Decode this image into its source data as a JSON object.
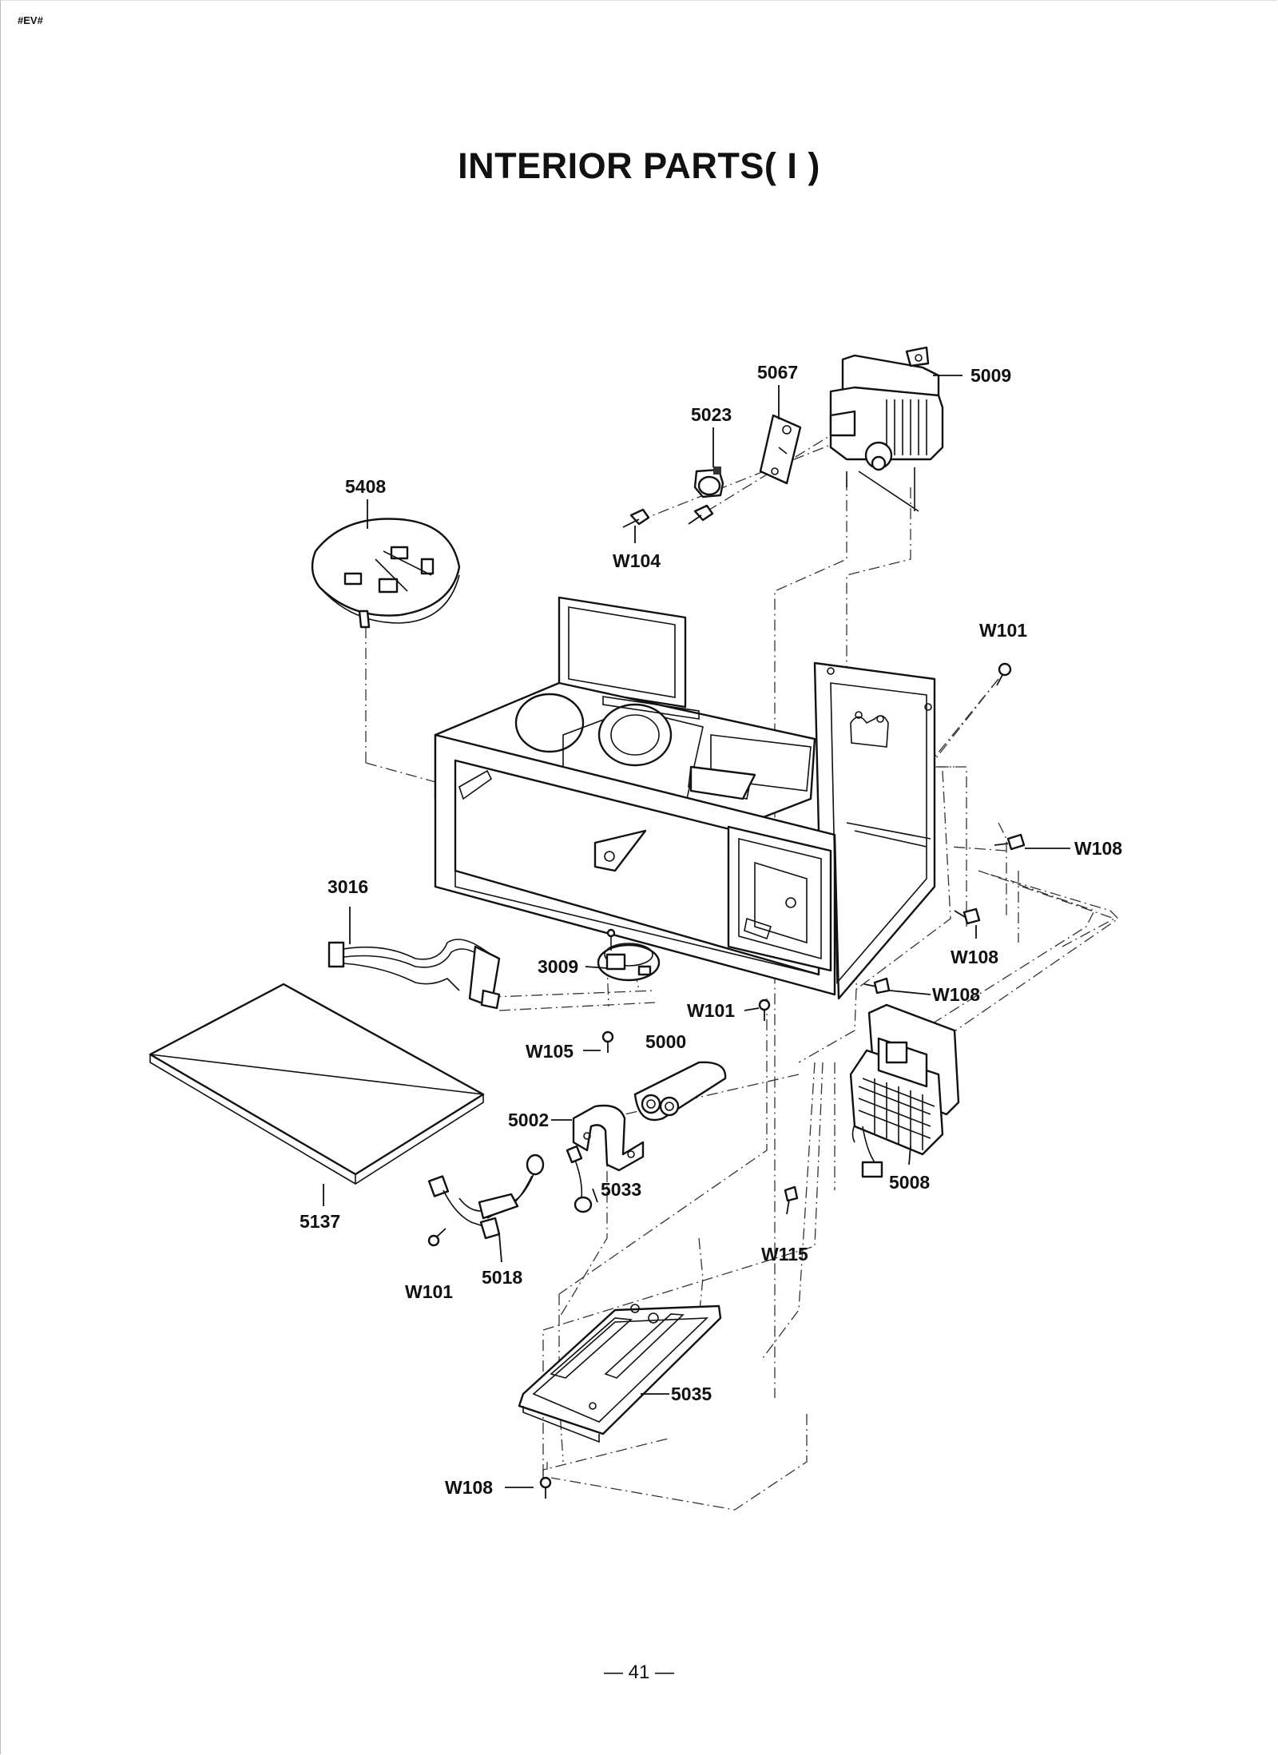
{
  "header": {
    "corner_mark": "#EV#"
  },
  "title": "INTERIOR PARTS( I )",
  "page_number": "— 41 —",
  "callouts": {
    "p5009": "5009",
    "p5067": "5067",
    "p5023": "5023",
    "w104": "W104",
    "p5408": "5408",
    "w101_top": "W101",
    "w108_right": "W108",
    "p3016": "3016",
    "w108_mid": "W108",
    "p3009": "3009",
    "w108_lower": "W108",
    "w101_mid": "W101",
    "p5000": "5000",
    "w105": "W105",
    "p5002": "5002",
    "p5033": "5033",
    "p5008": "5008",
    "p5137": "5137",
    "w115": "W115",
    "p5018": "5018",
    "w101_bottom": "W101",
    "p5035": "5035",
    "w108_bottom": "W108"
  }
}
